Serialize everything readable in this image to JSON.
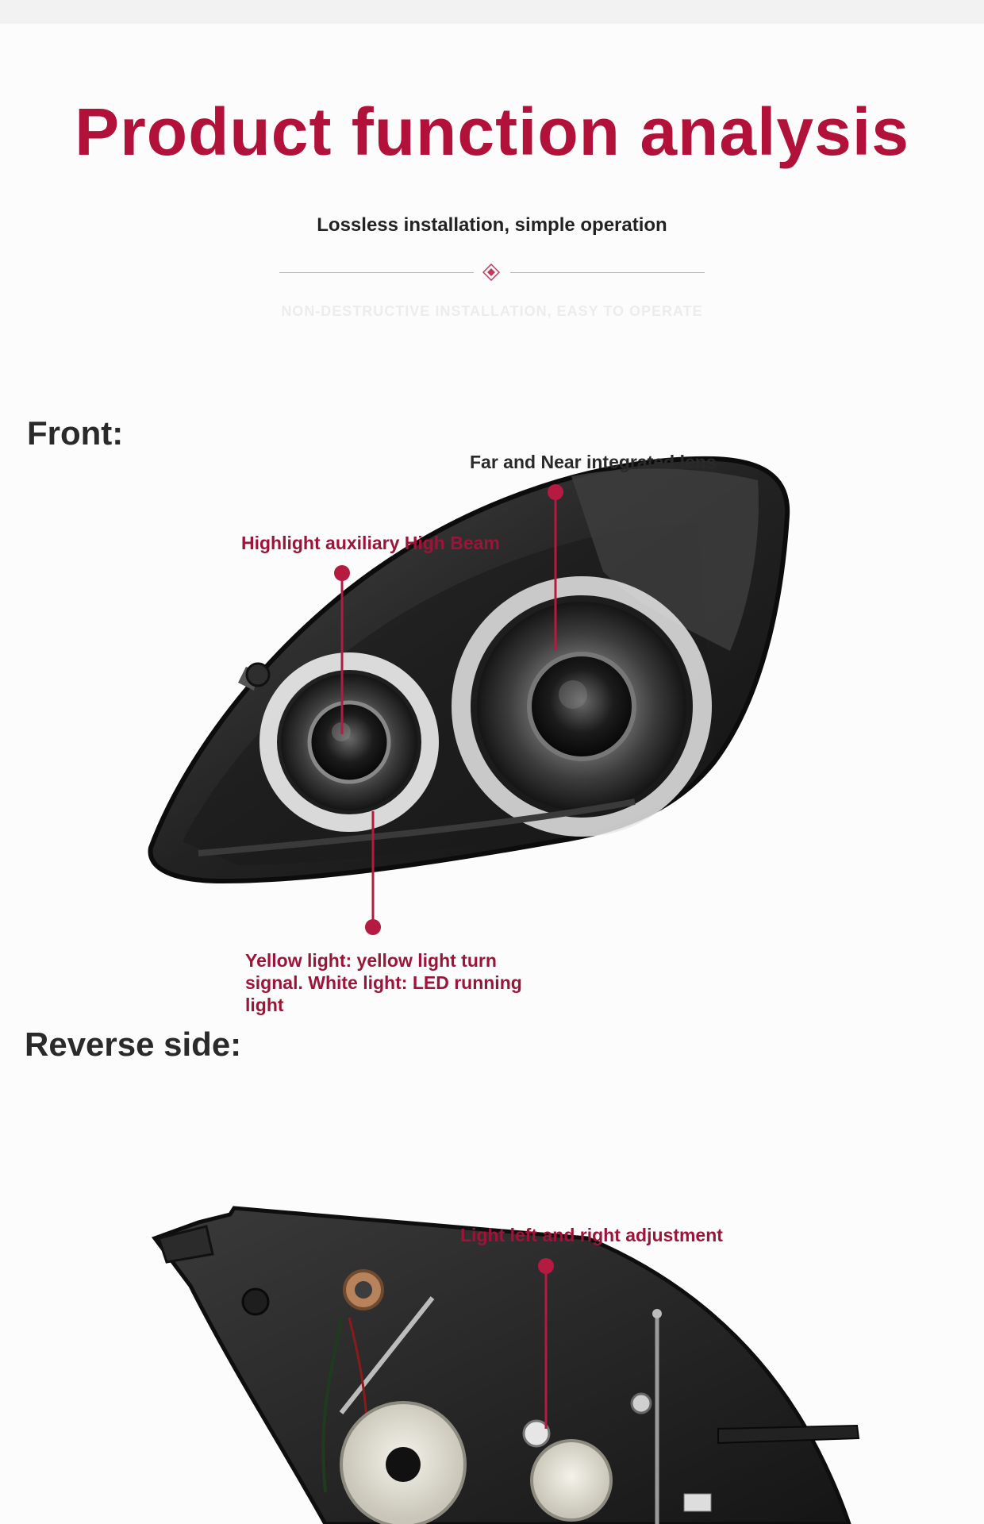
{
  "header": {
    "title": "Product function analysis",
    "subtitle": "Lossless installation, simple operation",
    "faint_caption": "NON-DESTRUCTIVE INSTALLATION, EASY TO OPERATE"
  },
  "front": {
    "label": "Front:",
    "callouts": {
      "lens": "Far and Near integrated lens",
      "high_beam": "Highlight auxiliary High Beam",
      "signal": "Yellow light: yellow light turn signal. White light: LED running light"
    }
  },
  "reverse": {
    "label": "Reverse side:",
    "callouts": {
      "adjustment": "Light left and right adjustment"
    }
  },
  "colors": {
    "accent": "#b2123a",
    "pointer": "#b51a40",
    "text_dark": "#2a2a2a"
  }
}
